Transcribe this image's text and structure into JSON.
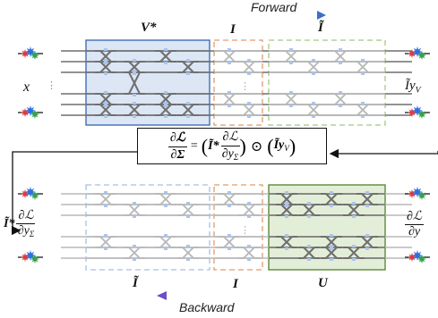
{
  "top": {
    "direction_label": "Forward",
    "block_labels": {
      "v_star": "V*",
      "i": "I",
      "i_tilde": "Ĩ"
    },
    "input_label": "x",
    "output_label": "Ĩy",
    "output_sub": "V",
    "dots": "⋮"
  },
  "equation": {
    "lhs_num": "∂ℒ",
    "lhs_den": "∂Σ",
    "equals": "=",
    "paren_open": "(",
    "paren_close": ")",
    "i_tilde_star": "Ĩ*",
    "mid_num": "∂ℒ",
    "mid_den": "∂y",
    "mid_den_sub": "Σ",
    "odot": "⊙",
    "rhs": "Ĩy",
    "rhs_sub": "V"
  },
  "bottom": {
    "direction_label": "Backward",
    "block_labels": {
      "i_tilde": "Ĩ",
      "i": "I",
      "u": "U"
    },
    "left_prefix": "Ĩ*",
    "left_num": "∂ℒ",
    "left_den": "∂y",
    "left_den_sub": "Σ",
    "right_num": "∂ℒ",
    "right_den": "∂y"
  },
  "colors": {
    "v_block_fill": "#dce6f4",
    "v_block_stroke": "#3e6fb8",
    "i_block_stroke": "#e39a6b",
    "itilde_block_stroke": "#a5c882",
    "u_block_fill": "#e3eed8",
    "u_block_stroke": "#5b8a3a",
    "faded_block_stroke": "#a9bfe3",
    "waveguide_dark": "#6f6f6f",
    "waveguide_faded": "#b8b8b8",
    "phase_shifter": "#aac4ef"
  }
}
